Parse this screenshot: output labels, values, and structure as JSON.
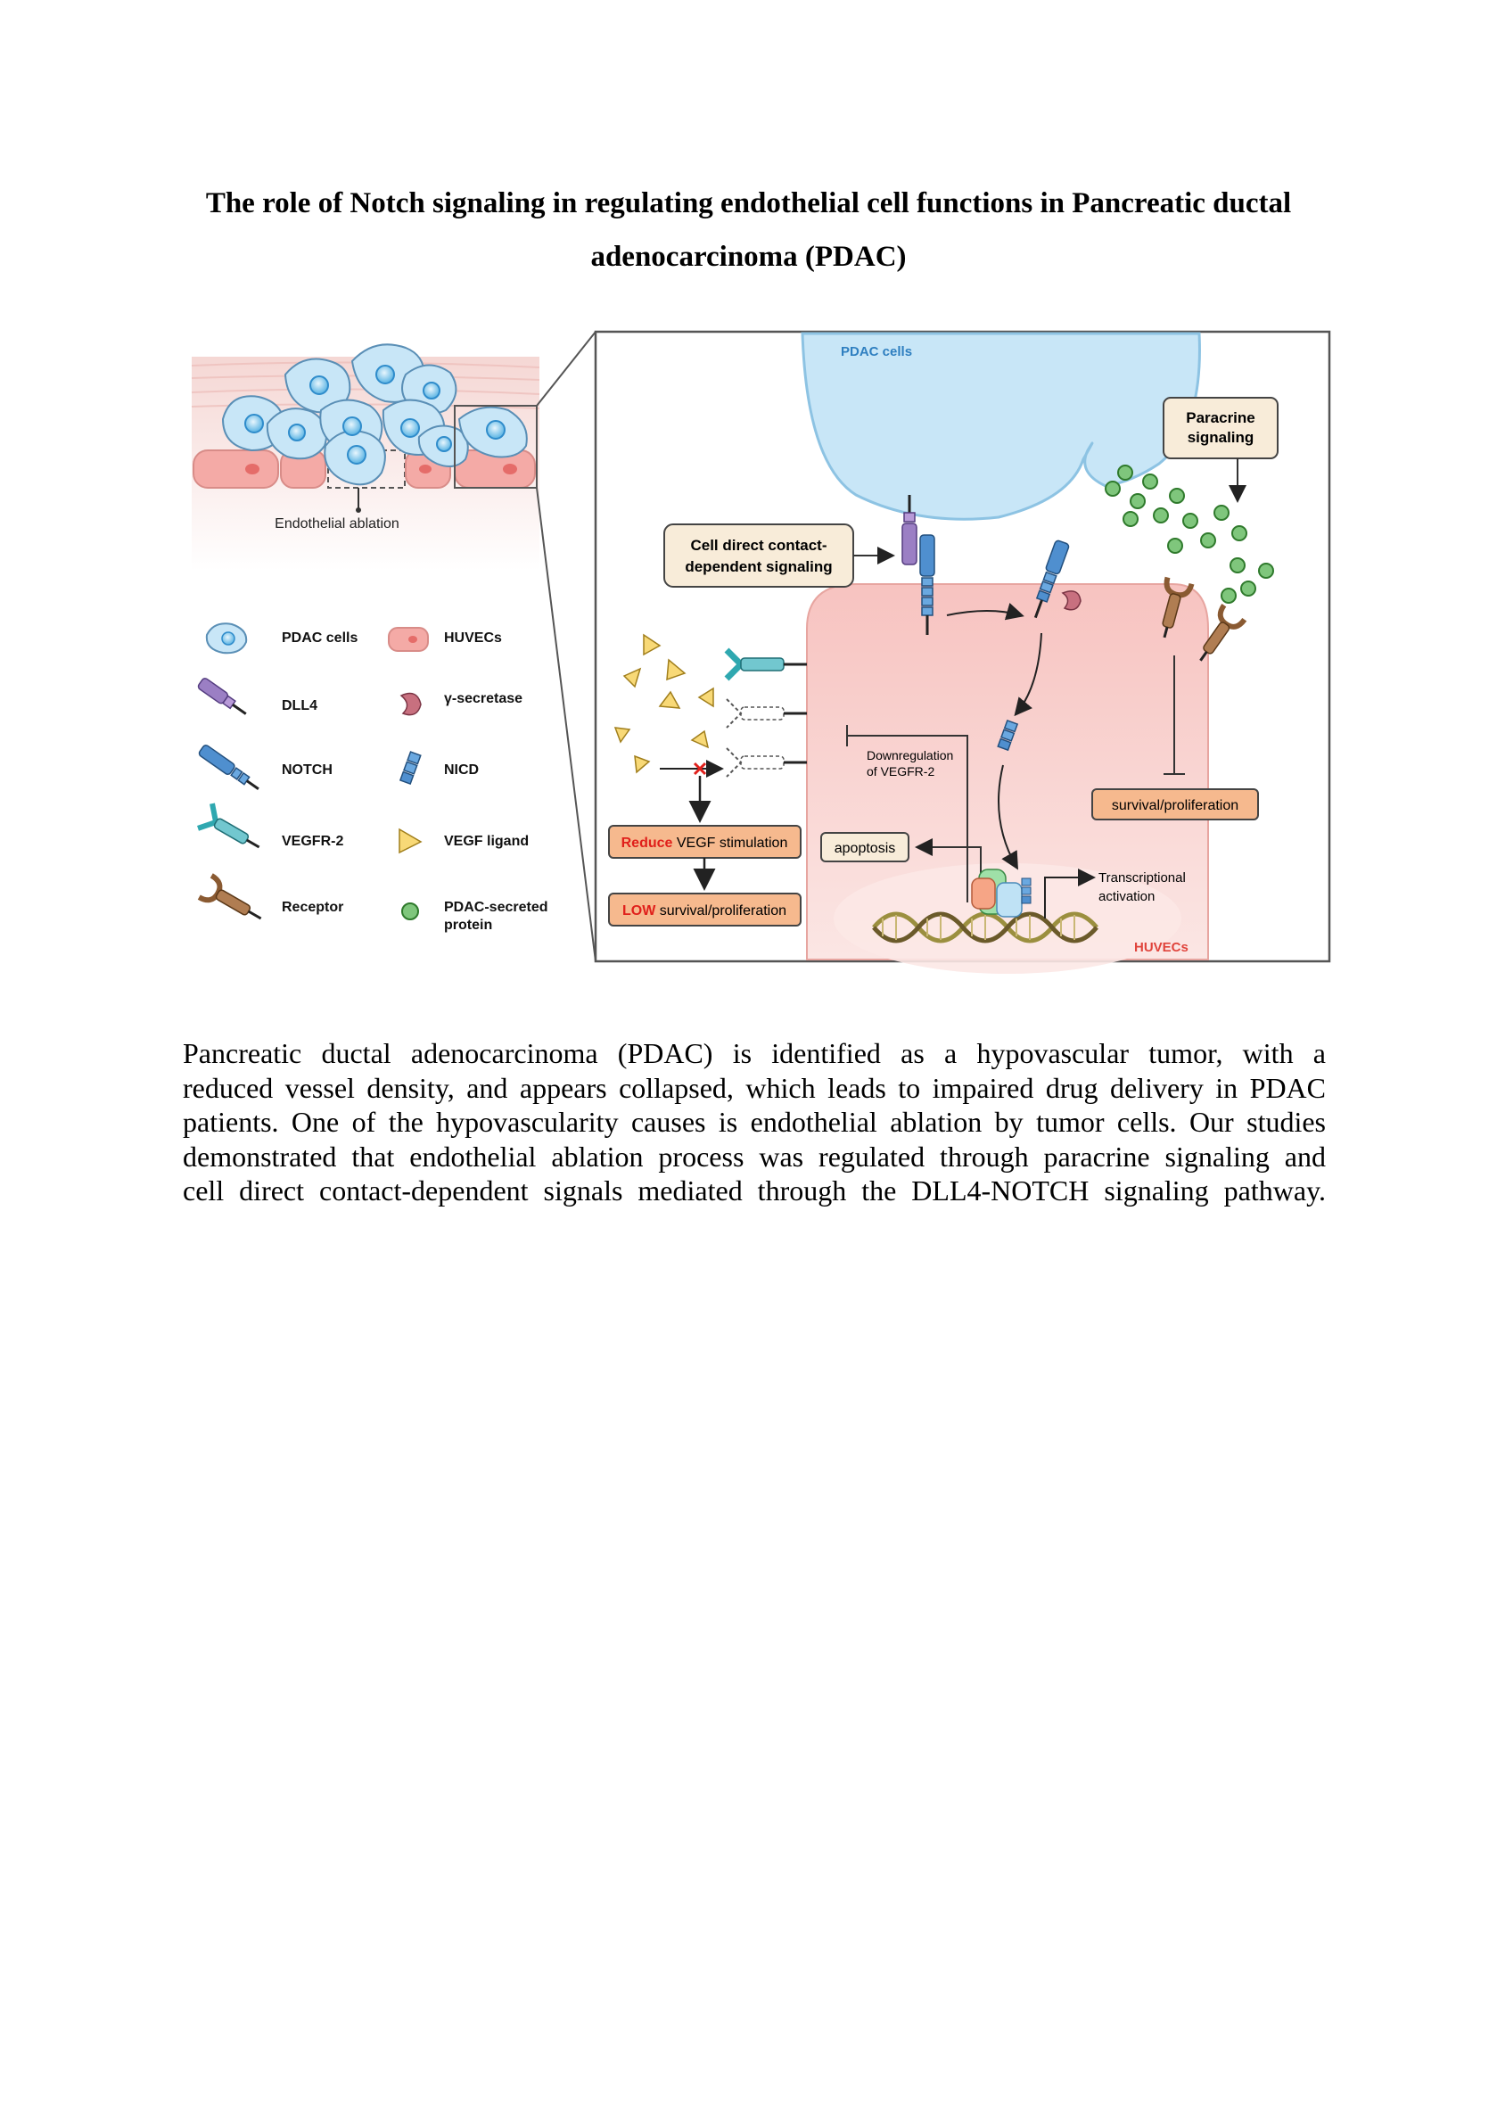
{
  "title": {
    "line1": "The role of Notch signaling in regulating endothelial cell functions in Pancreatic ductal",
    "line2": "adenocarcinoma (PDAC)"
  },
  "figure": {
    "overview": {
      "ablation_label": "Endothelial ablation"
    },
    "legend": {
      "pdac_cells": "PDAC cells",
      "huvecs": "HUVECs",
      "dll4": "DLL4",
      "gamma_secretase": "γ-secretase",
      "notch": "NOTCH",
      "nicd": "NICD",
      "vegfr2": "VEGFR-2",
      "vegf_ligand": "VEGF ligand",
      "receptor": "Receptor",
      "pdac_protein_line1": "PDAC-secreted",
      "pdac_protein_line2": "protein"
    },
    "detail": {
      "pdac_cells_label": "PDAC cells",
      "huvecs_label": "HUVECs",
      "paracrine_line1": "Paracrine",
      "paracrine_line2": "signaling",
      "contact_line1": "Cell direct contact-",
      "contact_line2": "dependent signaling",
      "downreg_line1": "Downregulation",
      "downreg_line2": "of VEGFR-2",
      "survival_right": "survival/proliferation",
      "apoptosis": "apoptosis",
      "transcription_line1": "Transcriptional",
      "transcription_line2": "activation",
      "reduce_bold": "Reduce",
      "reduce_rest": " VEGF stimulation",
      "low_bold": "LOW",
      "low_rest": " survival/proliferation"
    },
    "colors": {
      "pdac_blue": "#bfe2f5",
      "huvec_pink": "#f6c6c3",
      "label_box": "#f8ecd9",
      "outcome_box": "#f6b98e",
      "highlight_red": "#e0201b",
      "pdac_label_blue": "#2f7fc0",
      "huvec_label_red": "#e0443c"
    }
  },
  "paragraph": {
    "lines": [
      "Pancreatic ductal adenocarcinoma (PDAC) is identified as a hypovascular tumor, with a",
      "reduced vessel density, and appears collapsed, which leads to impaired drug delivery in PDAC",
      "patients. One of the hypovascularity causes is endothelial ablation by tumor cells. Our studies",
      "demonstrated that endothelial ablation process was regulated through paracrine signaling and",
      "cell direct contact-dependent signals mediated through the DLL4-NOTCH signaling pathway."
    ]
  }
}
